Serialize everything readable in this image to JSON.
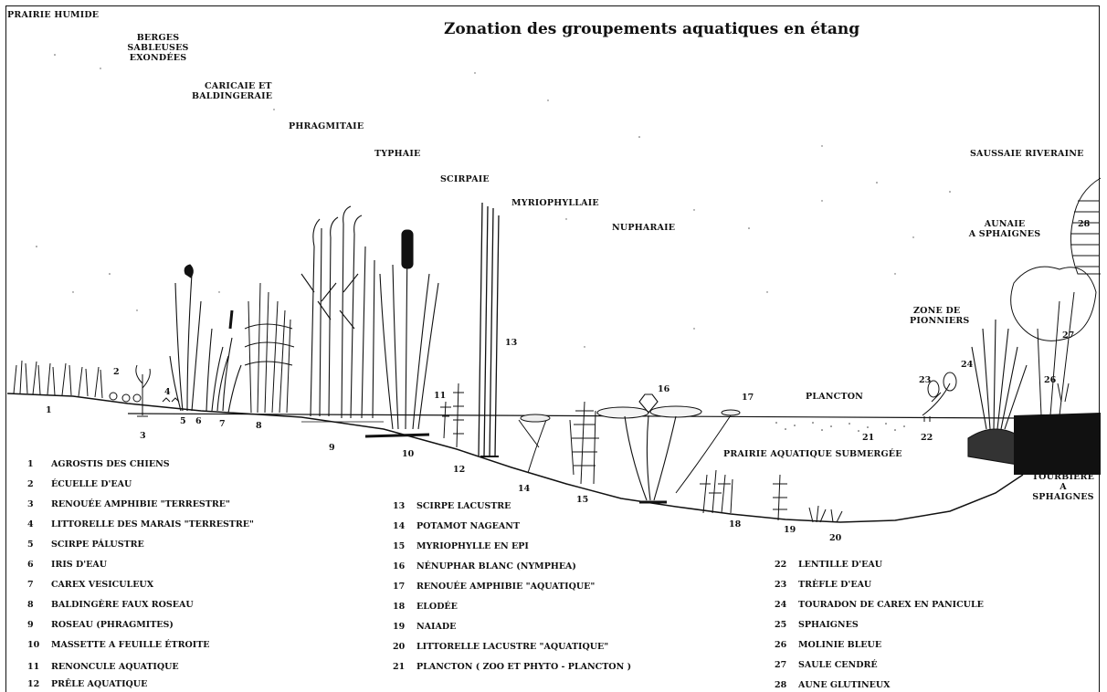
{
  "title": "Zonation des groupements aquatiques en étang",
  "zones": {
    "prairie_humide": "PRAIRIE HUMIDE",
    "berges": [
      "BERGES",
      "SABLEUSES",
      "EXONDÉES"
    ],
    "caricaie": [
      "CARICAIE ET",
      "BALDINGERAIE"
    ],
    "phragmitaie": "PHRAGMITAIE",
    "typhaie": "TYPHAIE",
    "scirpaie": "SCIRPAIE",
    "myriophyllaie": "MYRIOPHYLLAIE",
    "nupharaie": "NUPHARAIE",
    "saussaie": "SAUSSAIE RIVERAINE",
    "aunaie": [
      "AUNAIE",
      "A SPHAIGNES"
    ],
    "pionniers": [
      "ZONE DE",
      "PIONNIERS"
    ],
    "plancton": "PLANCTON",
    "prairie_aquatique": "PRAIRIE AQUATIQUE SUBMERGÉE",
    "tourbiere": [
      "TOURBIÈRE",
      "A",
      "SPHAIGNES"
    ]
  },
  "numbers": [
    "1",
    "2",
    "3",
    "4",
    "5",
    "6",
    "7",
    "8",
    "9",
    "10",
    "11",
    "12",
    "13",
    "14",
    "15",
    "16",
    "17",
    "18",
    "19",
    "20",
    "21",
    "22",
    "23",
    "24",
    "26",
    "27",
    "28"
  ],
  "legend": {
    "col1": [
      {
        "n": "1",
        "t": "AGROSTIS DES CHIENS"
      },
      {
        "n": "2",
        "t": "ÉCUELLE D'EAU"
      },
      {
        "n": "3",
        "t": "RENOUÉE AMPHIBIE \"TERRESTRE\""
      },
      {
        "n": "4",
        "t": "LITTORELLE DES MARAIS \"TERRESTRE\""
      },
      {
        "n": "5",
        "t": "SCIRPE PÁLUSTRE"
      },
      {
        "n": "6",
        "t": "IRIS D'EAU"
      },
      {
        "n": "7",
        "t": "CAREX VESICULEUX"
      },
      {
        "n": "8",
        "t": "BALDINGÈRE FAUX ROSEAU"
      },
      {
        "n": "9",
        "t": "ROSEAU (PHRAGMITES)"
      },
      {
        "n": "10",
        "t": "MASSETTE A FEUILLE ÉTROITE"
      },
      {
        "n": "11",
        "t": "RENONCULE AQUATIQUE"
      },
      {
        "n": "12",
        "t": "PRÊLE AQUATIQUE"
      }
    ],
    "col2": [
      {
        "n": "13",
        "t": "SCIRPE LACUSTRE"
      },
      {
        "n": "14",
        "t": "POTAMOT NAGEANT"
      },
      {
        "n": "15",
        "t": "MYRIOPHYLLE EN EPI"
      },
      {
        "n": "16",
        "t": "NÉNUPHAR BLANC (NYMPHEA)"
      },
      {
        "n": "17",
        "t": "RENOUÉE AMPHIBIE \"AQUATIQUE\""
      },
      {
        "n": "18",
        "t": "ELODÉE"
      },
      {
        "n": "19",
        "t": "NAIADE"
      },
      {
        "n": "20",
        "t": "LITTORELLE LACUSTRE \"AQUATIQUE\""
      },
      {
        "n": "21",
        "t": "PLANCTON ( ZOO ET PHYTO - PLANCTON )"
      }
    ],
    "col3": [
      {
        "n": "22",
        "t": "LENTILLE D'EAU"
      },
      {
        "n": "23",
        "t": "TRÈFLE D'EAU"
      },
      {
        "n": "24",
        "t": "TOURADON DE CAREX EN PANICULE"
      },
      {
        "n": "25",
        "t": "SPHAIGNES"
      },
      {
        "n": "26",
        "t": "MOLINIE BLEUE"
      },
      {
        "n": "27",
        "t": "SAULE CENDRÉ"
      },
      {
        "n": "28",
        "t": "AUNE GLUTINEUX"
      }
    ]
  }
}
